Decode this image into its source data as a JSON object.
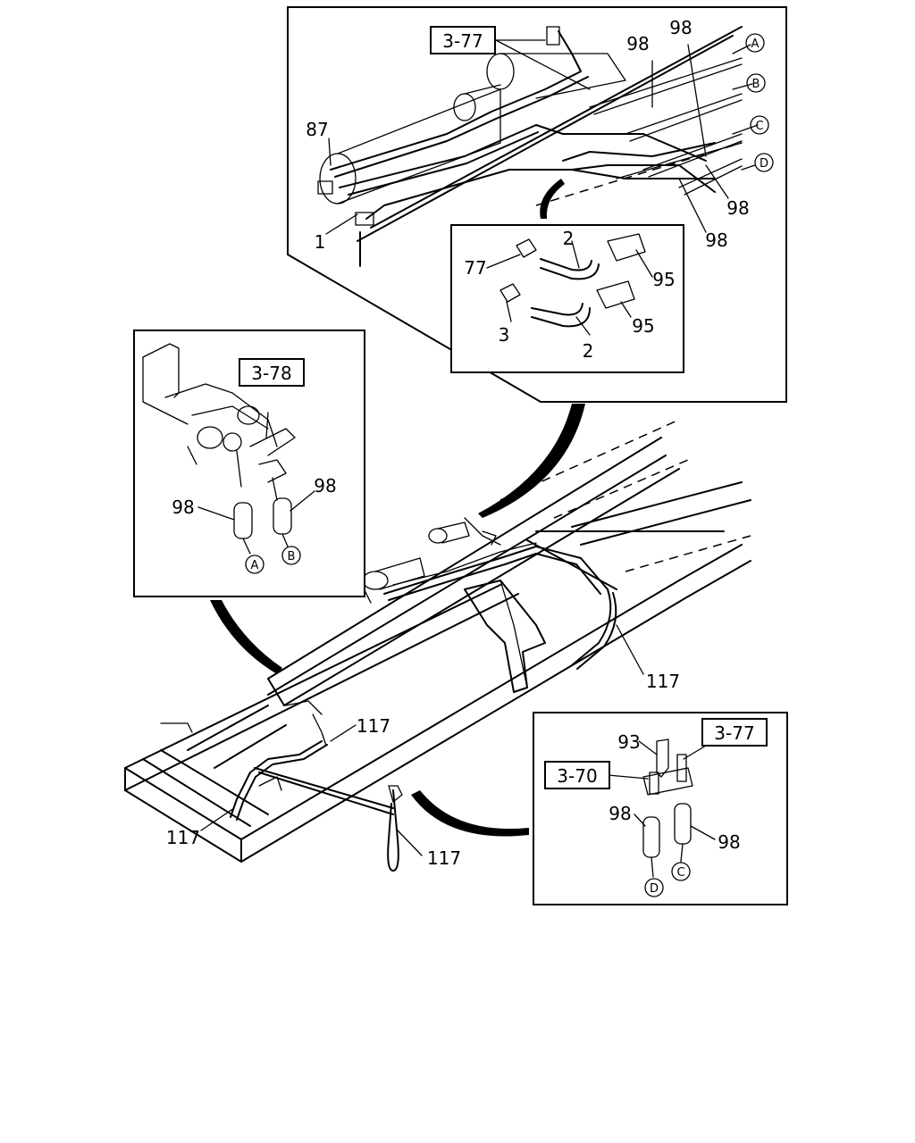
{
  "callouts": {
    "part_1": "1",
    "part_2_top": "2",
    "part_2_bottom": "2",
    "part_3": "3",
    "part_77": "77",
    "part_87": "87",
    "part_93": "93",
    "part_95_top": "95",
    "part_95_bottom": "95",
    "part_98_top_a": "98",
    "part_98_top_b": "98",
    "part_98_right_a": "98",
    "part_98_right_b": "98",
    "part_98_left_a": "98",
    "part_98_left_b": "98",
    "part_98_bottom_a": "98",
    "part_98_bottom_b": "98",
    "part_117_right": "117",
    "part_117_mid": "117",
    "part_117_left": "117",
    "part_117_bottom": "117"
  },
  "references": {
    "ref_top": "3-77",
    "ref_left": "3-78",
    "ref_bottom_right": "3-77",
    "ref_bottom_left": "3-70"
  },
  "connectors": {
    "top_a": "A",
    "top_b": "B",
    "top_c": "C",
    "top_d": "D",
    "left_a": "A",
    "left_b": "B",
    "bottom_d": "D",
    "bottom_c": "C"
  }
}
